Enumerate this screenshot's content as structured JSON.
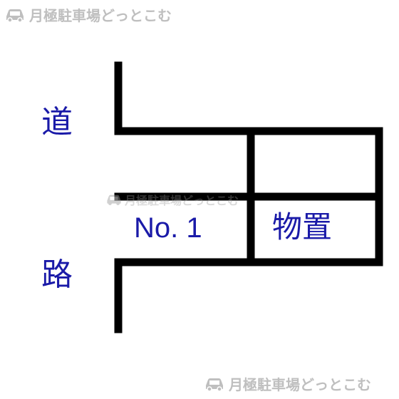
{
  "watermark": {
    "text": "月極駐車場どっとこむ",
    "icon": "car-icon",
    "color": "#bfbfbf"
  },
  "diagram": {
    "road_chars": [
      "道",
      "路"
    ],
    "parking_space": "No. 1",
    "storage": "物置"
  },
  "colors": {
    "label": "#1a1aa8",
    "lines": "#000000"
  }
}
